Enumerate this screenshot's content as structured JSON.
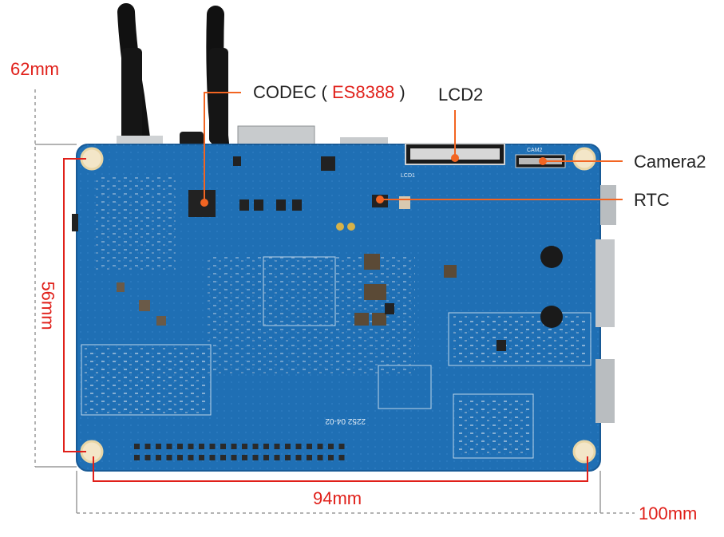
{
  "colors": {
    "board": "#1f6fb4",
    "board_edge": "#185a96",
    "annotation_line": "#f26522",
    "dimension_red": "#e0201a",
    "dimension_gray": "#9a9a9a",
    "label_text": "#222222"
  },
  "callouts": {
    "codec_prefix": "CODEC ( ",
    "codec_chip": "ES8388",
    "codec_suffix": " )",
    "lcd": "LCD2",
    "camera": "Camera2",
    "rtc": "RTC"
  },
  "dimensions": {
    "board_height": "62mm",
    "hole_vertical": "56mm",
    "hole_horizontal": "94mm",
    "board_width": "100mm"
  },
  "silkscreen": {
    "date_code": "2252 04-02",
    "lcd_ref": "LCD1",
    "cam_ref": "CAM2"
  }
}
